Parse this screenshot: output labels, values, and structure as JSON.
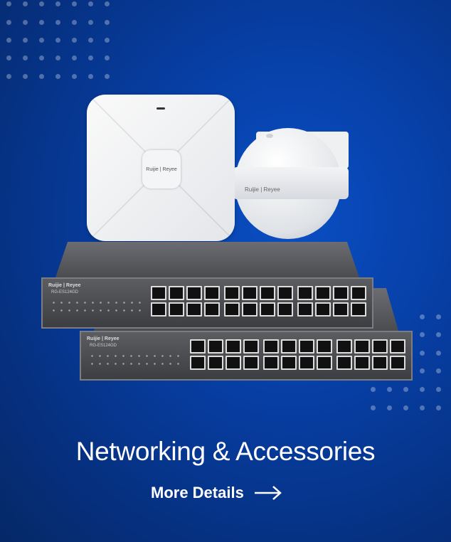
{
  "banner": {
    "title": "Networking & Accessories",
    "cta_label": "More Details",
    "cta_icon": "arrow-right-icon",
    "background_color": "#0740a8"
  },
  "products": {
    "access_point_logo": "Ruijie | Reyee",
    "outdoor_ap_logo": "Ruijie | Reyee",
    "switch_brand": "Ruijie | Reyee",
    "switch_model": "RG-ES124GD"
  }
}
